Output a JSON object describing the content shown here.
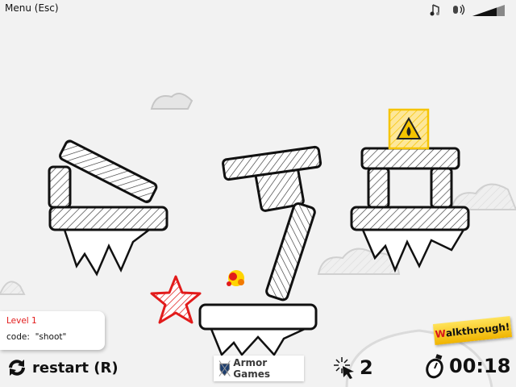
{
  "menu": {
    "label": "Menu (Esc)"
  },
  "audio": {
    "music_icon": "music-note-icon",
    "sound_icon": "speaker-icon",
    "volume_level": 0.75
  },
  "level": {
    "name": "Level 1",
    "code_label": "code:",
    "code_value": "\"shoot\""
  },
  "controls": {
    "restart_label": "restart (R)",
    "restart_icon": "refresh-icon"
  },
  "sponsor": {
    "label": "Armor Games"
  },
  "clicks": {
    "icon": "click-cursor-icon",
    "value": "2"
  },
  "timer": {
    "icon": "stopwatch-icon",
    "value": "00:18"
  },
  "walkthrough": {
    "first_letter": "W",
    "rest": "alkthrough!"
  },
  "colors": {
    "star": "#e21b1b",
    "target_box": "#f5c400",
    "block_stroke": "#111111",
    "background": "#f2f2f2"
  }
}
